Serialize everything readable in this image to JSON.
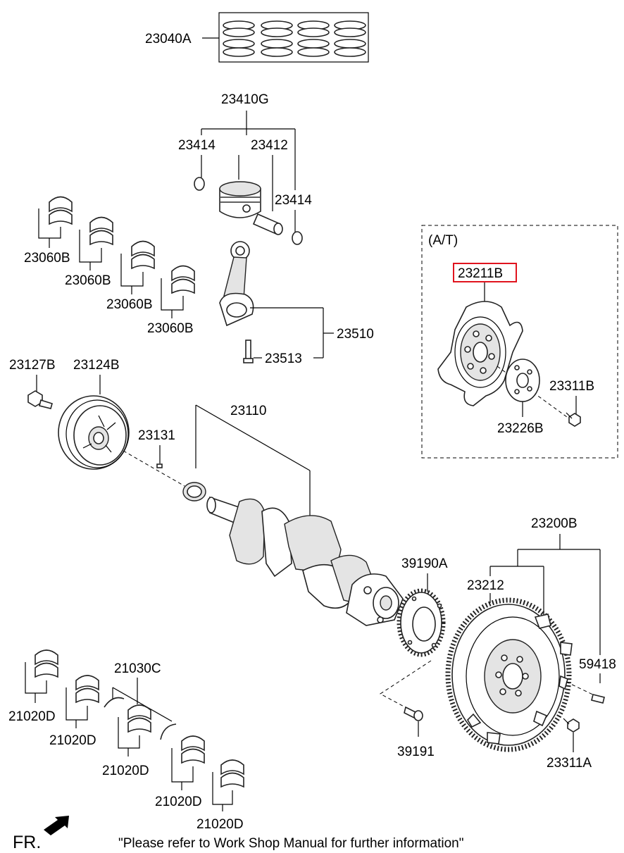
{
  "labels": {
    "ring_set": "23040A",
    "piston_assy": "23410G",
    "snap_ring_left": "23414",
    "piston_pin": "23412",
    "snap_ring_right": "23414",
    "bearing_upper_1": "23060B",
    "bearing_upper_2": "23060B",
    "bearing_upper_3": "23060B",
    "bearing_upper_4": "23060B",
    "connecting_rod": "23510",
    "rod_bolt": "23513",
    "pulley_bolt": "23127B",
    "damper_pulley": "23124B",
    "key": "23131",
    "crankshaft": "23110",
    "at_section": "(A/T)",
    "drive_plate": "23211B",
    "drive_plate_bolt": "23311B",
    "adapter_plate": "23226B",
    "flywheel_assy": "23200B",
    "sensor_wheel": "39190A",
    "flywheel": "23212",
    "dowel_pin": "59418",
    "flywheel_bolt": "23311A",
    "sensor_wheel_screw": "39191",
    "thrust_washer": "21030C",
    "main_bearing_1": "21020D",
    "main_bearing_2": "21020D",
    "main_bearing_3": "21020D",
    "main_bearing_4": "21020D",
    "main_bearing_5": "21020D"
  },
  "footer": {
    "front_label": "FR.",
    "note": "\"Please refer to Work Shop Manual for further information\""
  },
  "highlight_color": "#e0141e"
}
